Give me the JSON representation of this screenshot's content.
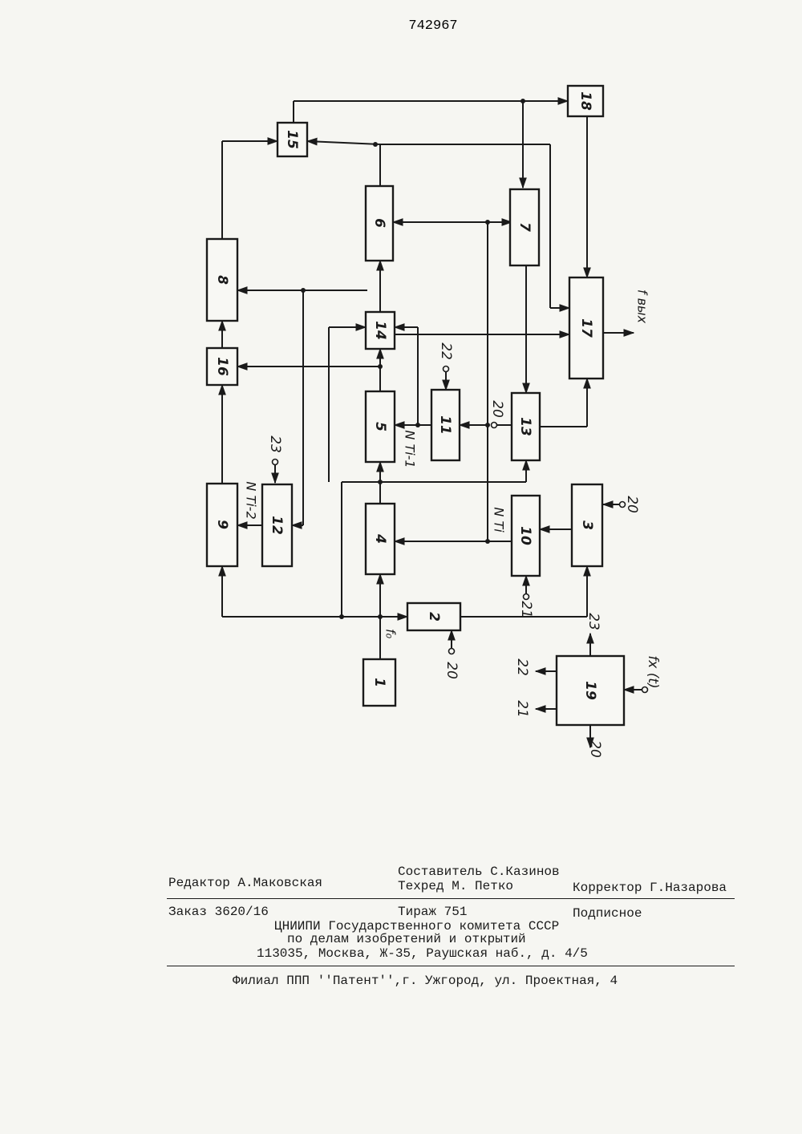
{
  "document": {
    "patent_number": "742967"
  },
  "diagram": {
    "blocks": {
      "b1": "1",
      "b2": "2",
      "b3": "3",
      "b4": "4",
      "b5": "5",
      "b6": "6",
      "b7": "7",
      "b8": "8",
      "b9": "9",
      "b10": "10",
      "b11": "11",
      "b12": "12",
      "b13": "13",
      "b14": "14",
      "b15": "15",
      "b16": "16",
      "b17": "17",
      "b18": "18",
      "b19": "19"
    },
    "signals": {
      "f0": "f₀",
      "fout": "f вых",
      "n_ti": "N Ti",
      "n_ti1": "N Ti-1",
      "n_ti2": "N Ti-2"
    },
    "inputs": {
      "in20_b2": "20",
      "in20_b3": "20",
      "in20_b13": "20",
      "in21_b10": "21",
      "in22_b11": "22",
      "in23_b12": "23",
      "fx": "fx (t)"
    },
    "outputs": {
      "out20": "20",
      "out21": "21",
      "out22": "22",
      "out23": "23"
    }
  },
  "footer": {
    "editor": "Редактор А.Маковская",
    "compiler": "Составитель С.Казинов",
    "techred": "Техред М. Петко",
    "corrector": "Корректор Г.Назарова",
    "order": "Заказ 3620/16",
    "circulation": "Тираж 751",
    "subscription": "Подписное",
    "org_line1": "ЦНИИПИ Государственного комитета СССР",
    "org_line2": "по делам изобретений и открытий",
    "address": "113035, Москва, Ж-35, Раушская наб., д. 4/5",
    "branch": "Филиал ППП ''Патент'',г. Ужгород, ул. Проектная, 4"
  }
}
